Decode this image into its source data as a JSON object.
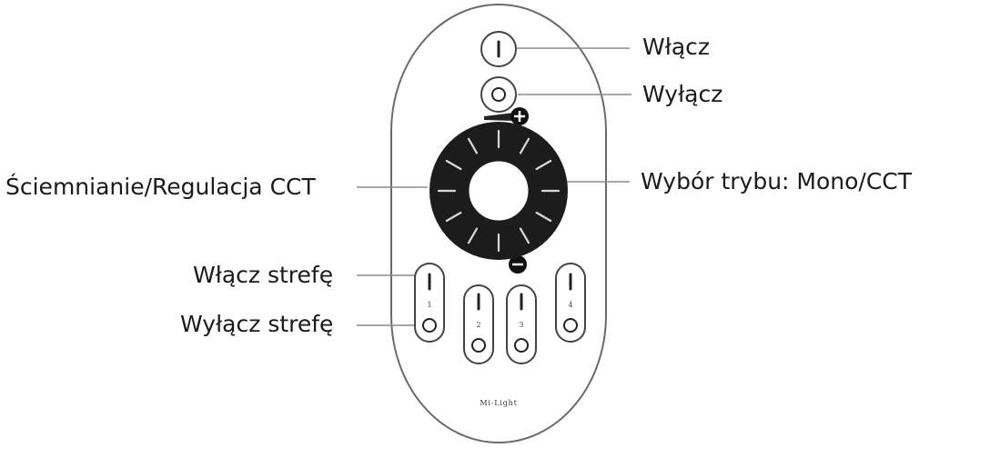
{
  "labels": {
    "on": "Włącz",
    "off": "Wyłącz",
    "dimming": "Ściemnianie/Regulacja CCT",
    "mode": "Wybór trybu: Mono/CCT",
    "zone_on": "Włącz strefę",
    "zone_off": "Wyłącz strefę"
  },
  "remote": {
    "brand": "Mi-Light",
    "zones": [
      "1",
      "2",
      "3",
      "4"
    ],
    "plus_symbol": "+",
    "minus_symbol": "−"
  }
}
